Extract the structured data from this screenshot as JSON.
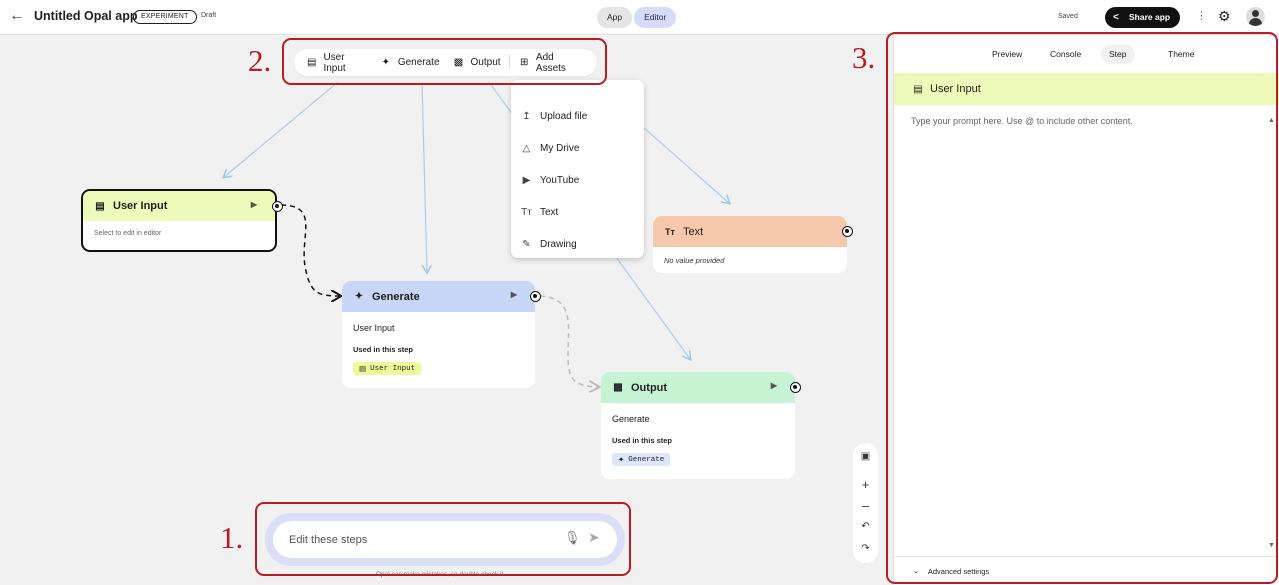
{
  "header": {
    "back_icon": "arrow-left-icon",
    "title": "Untitled Opal app",
    "badge": "EXPERIMENT",
    "status": "Draft",
    "modes": [
      {
        "label": "App",
        "active": false
      },
      {
        "label": "Editor",
        "active": true
      }
    ],
    "save_status": "Saved",
    "share_label": "Share app",
    "more_icon": "more-vert-icon",
    "settings_icon": "gear-icon",
    "avatar_icon": "person-icon"
  },
  "callouts": {
    "chat": "1.",
    "toolbar": "2.",
    "panel": "3."
  },
  "toolbar": {
    "items": [
      {
        "label": "User Input",
        "icon": "user-input-icon"
      },
      {
        "label": "Generate",
        "icon": "sparkle-icon"
      },
      {
        "label": "Output",
        "icon": "output-icon"
      },
      {
        "label": "Add Assets",
        "icon": "add-box-icon"
      }
    ]
  },
  "assets_menu": {
    "items": [
      {
        "label": "Upload file",
        "icon": "upload-icon"
      },
      {
        "label": "My Drive",
        "icon": "drive-icon"
      },
      {
        "label": "YouTube",
        "icon": "youtube-icon"
      },
      {
        "label": "Text",
        "icon": "text-icon"
      },
      {
        "label": "Drawing",
        "icon": "drawing-icon"
      }
    ]
  },
  "nodes": {
    "user_input": {
      "title": "User Input",
      "hint": "Select to edit in editor",
      "color": "#eefab9"
    },
    "generate": {
      "title": "Generate",
      "source": "User Input",
      "used_label": "Used in this step",
      "chip": "User Input",
      "color": "#c8d7f7",
      "chip_color": "#f0f99a"
    },
    "output": {
      "title": "Output",
      "source": "Generate",
      "used_label": "Used in this step",
      "chip": "Generate",
      "color": "#c6f3d4",
      "chip_color": "#dde6fb"
    },
    "text": {
      "title": "Text",
      "note": "No value provided",
      "color": "#f6c9ad"
    }
  },
  "chat": {
    "placeholder": "Edit these steps",
    "footnote": "Opal can make mistakes, so double-check it"
  },
  "panel": {
    "tabs": [
      {
        "label": "Preview",
        "active": false
      },
      {
        "label": "Console",
        "active": false
      },
      {
        "label": "Step",
        "active": true
      },
      {
        "label": "Theme",
        "active": false
      }
    ],
    "step_title": "User Input",
    "prompt_placeholder": "Type your prompt here. Use @ to include other content.",
    "advanced_label": "Advanced settings"
  },
  "colors": {
    "accent": "#b81d24",
    "editor_active": "#d6dcf7",
    "user_input": "#eefab9",
    "generate": "#c8d7f7",
    "output": "#c6f3d4",
    "text": "#f6c9ad"
  }
}
